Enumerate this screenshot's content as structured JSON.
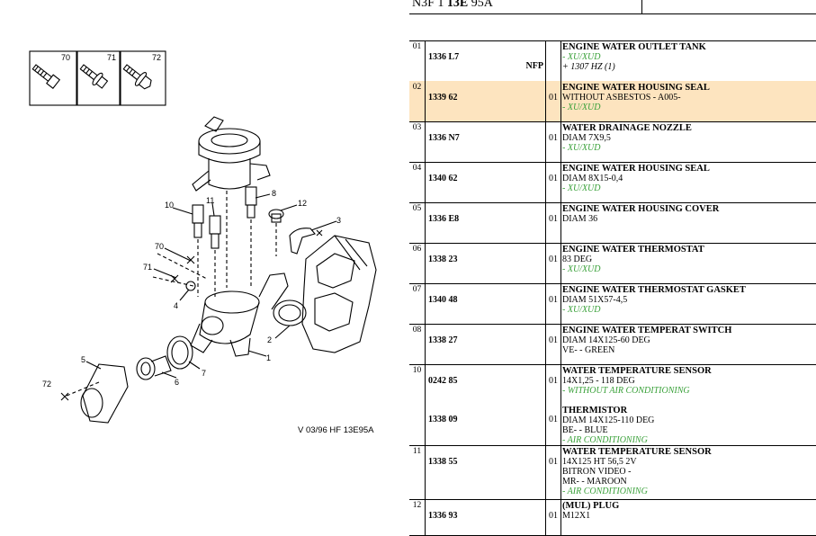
{
  "diagram": {
    "fastener_labels": [
      "70",
      "71",
      "72"
    ],
    "callouts": [
      "1",
      "2",
      "3",
      "4",
      "5",
      "6",
      "7",
      "8",
      "10",
      "11",
      "12",
      "70",
      "71",
      "72"
    ],
    "footer_note": "V 03/96 HF 13E95A"
  },
  "header": {
    "prefix": "N3F 1 ",
    "code_bold": "13E",
    "suffix": " 95A"
  },
  "rows": [
    {
      "no": "01",
      "ref": "1336 L7",
      "nfp": "NFP",
      "qty": "",
      "title": "ENGINE WATER OUTLET TANK",
      "lines": [
        {
          "text": "- XU/XUD",
          "style": "green"
        },
        {
          "text": "+ 1307 HZ (1)",
          "style": "ital"
        }
      ],
      "highlight": false
    },
    {
      "no": "02",
      "ref": "1339 62",
      "nfp": "",
      "qty": "01",
      "title": "ENGINE WATER HOUSING SEAL",
      "lines": [
        {
          "text": "WITHOUT ASBESTOS - A005-",
          "style": ""
        },
        {
          "text": "- XU/XUD",
          "style": "green"
        }
      ],
      "highlight": true
    },
    {
      "no": "03",
      "ref": "1336 N7",
      "nfp": "",
      "qty": "01",
      "title": "WATER DRAINAGE NOZZLE",
      "lines": [
        {
          "text": "DIAM 7X9,5",
          "style": ""
        },
        {
          "text": "- XU/XUD",
          "style": "green"
        }
      ],
      "highlight": false
    },
    {
      "no": "04",
      "ref": "1340 62",
      "nfp": "",
      "qty": "01",
      "title": "ENGINE WATER HOUSING SEAL",
      "lines": [
        {
          "text": "DIAM 8X15-0,4",
          "style": ""
        },
        {
          "text": "- XU/XUD",
          "style": "green"
        }
      ],
      "highlight": false
    },
    {
      "no": "05",
      "ref": "1336 E8",
      "nfp": "",
      "qty": "01",
      "title": "ENGINE WATER HOUSING COVER",
      "lines": [
        {
          "text": "DIAM 36",
          "style": ""
        }
      ],
      "highlight": false
    },
    {
      "no": "06",
      "ref": "1338 23",
      "nfp": "",
      "qty": "01",
      "title": "ENGINE WATER THERMOSTAT",
      "lines": [
        {
          "text": "83 DEG",
          "style": ""
        },
        {
          "text": "- XU/XUD",
          "style": "green"
        }
      ],
      "highlight": false
    },
    {
      "no": "07",
      "ref": "1340 48",
      "nfp": "",
      "qty": "01",
      "title": "ENGINE WATER THERMOSTAT GASKET",
      "lines": [
        {
          "text": "DIAM 51X57-4,5",
          "style": ""
        },
        {
          "text": "- XU/XUD",
          "style": "green"
        }
      ],
      "highlight": false
    },
    {
      "no": "08",
      "ref": "1338 27",
      "nfp": "",
      "qty": "01",
      "title": "ENGINE WATER TEMPERAT SWITCH",
      "lines": [
        {
          "text": "DIAM 14X125-60 DEG",
          "style": ""
        },
        {
          "text": "VE- - GREEN",
          "style": ""
        }
      ],
      "highlight": false
    },
    {
      "no": "10",
      "ref": "0242 85",
      "ref2": "1338 09",
      "nfp": "",
      "qty": "01",
      "qty2": "01",
      "title": "WATER TEMPERATURE SENSOR",
      "lines": [
        {
          "text": "14X1,25 - 118 DEG",
          "style": ""
        },
        {
          "text": "- WITHOUT AIR CONDITIONING",
          "style": "green"
        }
      ],
      "title2": "THERMISTOR",
      "lines2": [
        {
          "text": "DIAM 14X125-110 DEG",
          "style": ""
        },
        {
          "text": "BE- - BLUE",
          "style": ""
        },
        {
          "text": "- AIR CONDITIONING",
          "style": "green"
        }
      ],
      "highlight": false
    },
    {
      "no": "11",
      "ref": "1338 55",
      "nfp": "",
      "qty": "01",
      "title": "WATER TEMPERATURE SENSOR",
      "lines": [
        {
          "text": "14X125 HT 56,5 2V",
          "style": ""
        },
        {
          "text": "BITRON VIDEO -",
          "style": ""
        },
        {
          "text": "MR- - MAROON",
          "style": ""
        },
        {
          "text": "- AIR CONDITIONING",
          "style": "green"
        }
      ],
      "highlight": false
    },
    {
      "no": "12",
      "ref": "1336 93",
      "nfp": "",
      "qty": "01",
      "title": "(MUL) PLUG",
      "lines": [
        {
          "text": "M12X1",
          "style": ""
        }
      ],
      "highlight": false
    }
  ]
}
